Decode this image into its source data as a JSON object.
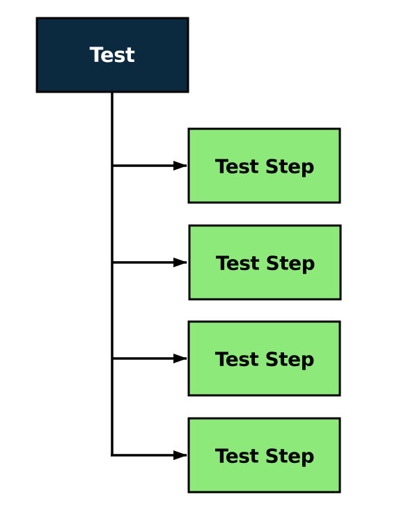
{
  "diagram": {
    "root": {
      "label": "Test",
      "fill": "#0b2a3f",
      "text_color": "#ffffff"
    },
    "steps": [
      {
        "label": "Test Step"
      },
      {
        "label": "Test Step"
      },
      {
        "label": "Test Step"
      },
      {
        "label": "Test Step"
      }
    ],
    "step_fill": "#8ce97a",
    "line_color": "#000000"
  }
}
